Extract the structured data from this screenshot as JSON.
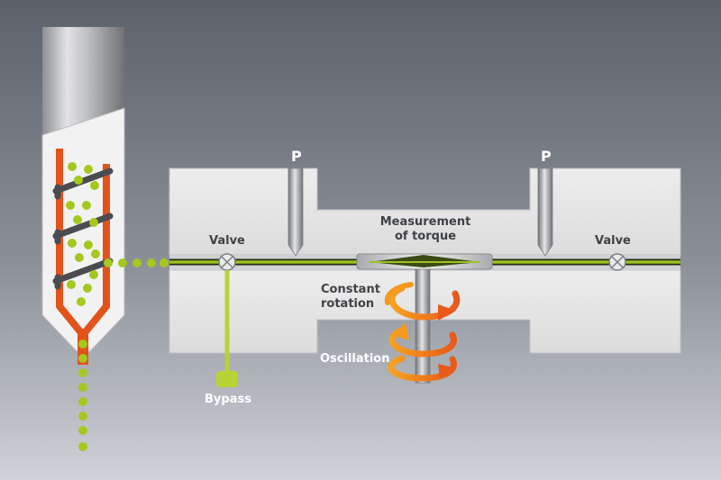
{
  "labels": {
    "pressure_left": "P",
    "pressure_right": "P",
    "valve_left": "Valve",
    "valve_right": "Valve",
    "torque_line1": "Measurement",
    "torque_line2": "of torque",
    "rotation_line1": "Constant",
    "rotation_line2": "rotation",
    "oscillation": "Oscillation",
    "bypass": "Bypass"
  },
  "colors": {
    "background_top": "#5f6570",
    "background_bottom": "#c9cdd3",
    "melt_green": "#a5c81e",
    "barrel_red": "#e2531b",
    "arrow_orange": "#ee7a1a",
    "block_gray": "#e6e6e6"
  }
}
